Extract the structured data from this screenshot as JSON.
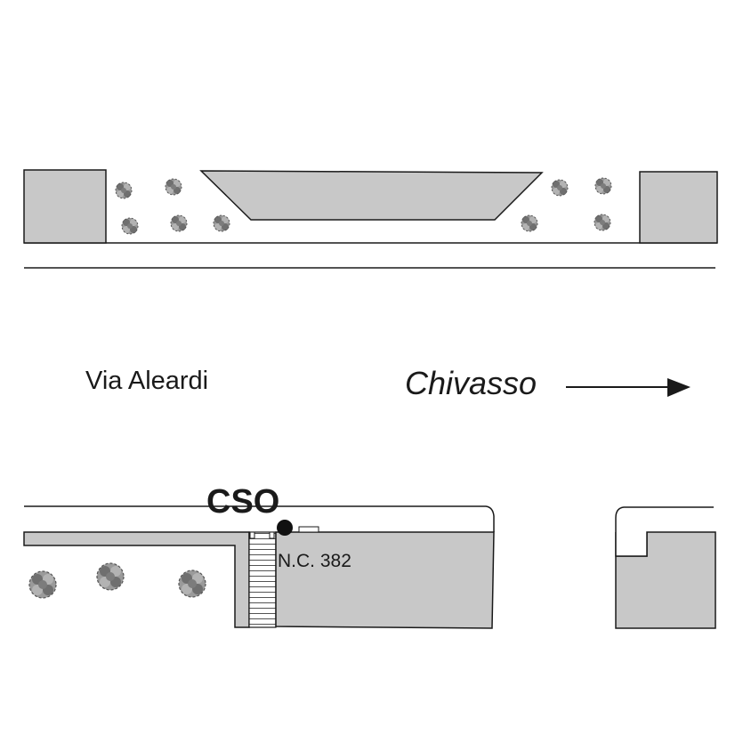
{
  "map": {
    "street_name": "Via Aleardi",
    "direction_label": "Chivasso",
    "site_label": "CSO",
    "house_number": "N.C. 382",
    "colors": {
      "block_fill": "#c8c8c8",
      "stroke": "#1a1a1a",
      "background": "#ffffff",
      "tree": "#8a8a8a"
    },
    "icons": {
      "tree": "tree-icon",
      "site_marker": "location-dot-icon",
      "direction_arrow": "arrow-right-icon"
    }
  }
}
